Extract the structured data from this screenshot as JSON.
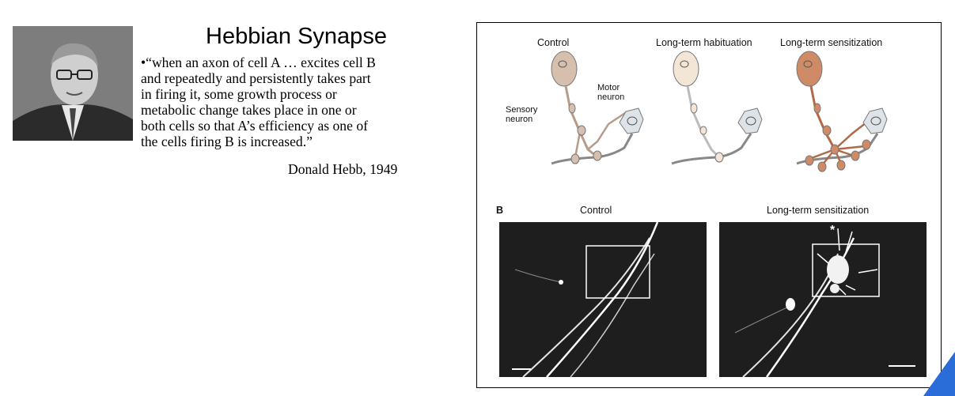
{
  "slide": {
    "title": "Hebbian Synapse",
    "quote_lines": [
      "•“when an axon of cell A … excites cell B",
      "and repeatedly and persistently takes part",
      "in firing it, some growth process or",
      "metabolic change takes place in one or",
      "both cells so that A’s efficiency as one of",
      "the cells firing B is increased.”"
    ],
    "attribution": "Donald Hebb, 1949"
  },
  "figure": {
    "panel_a": {
      "headings": [
        "Control",
        "Long-term habituation",
        "Long-term sensitization"
      ],
      "labels": {
        "sensory_neuron": [
          "Sensory",
          "neuron"
        ],
        "motor_neuron": [
          "Motor",
          "neuron"
        ]
      },
      "colors": {
        "control": "#d7bfae",
        "habituation": "#f3e6d6",
        "sensitization": "#cf8a66",
        "motor": "#dde3e6"
      }
    },
    "panel_b": {
      "letter": "B",
      "headings": [
        "Control",
        "Long-term sensitization"
      ],
      "marker": "*"
    }
  },
  "accent_color": "#2a6dd9"
}
